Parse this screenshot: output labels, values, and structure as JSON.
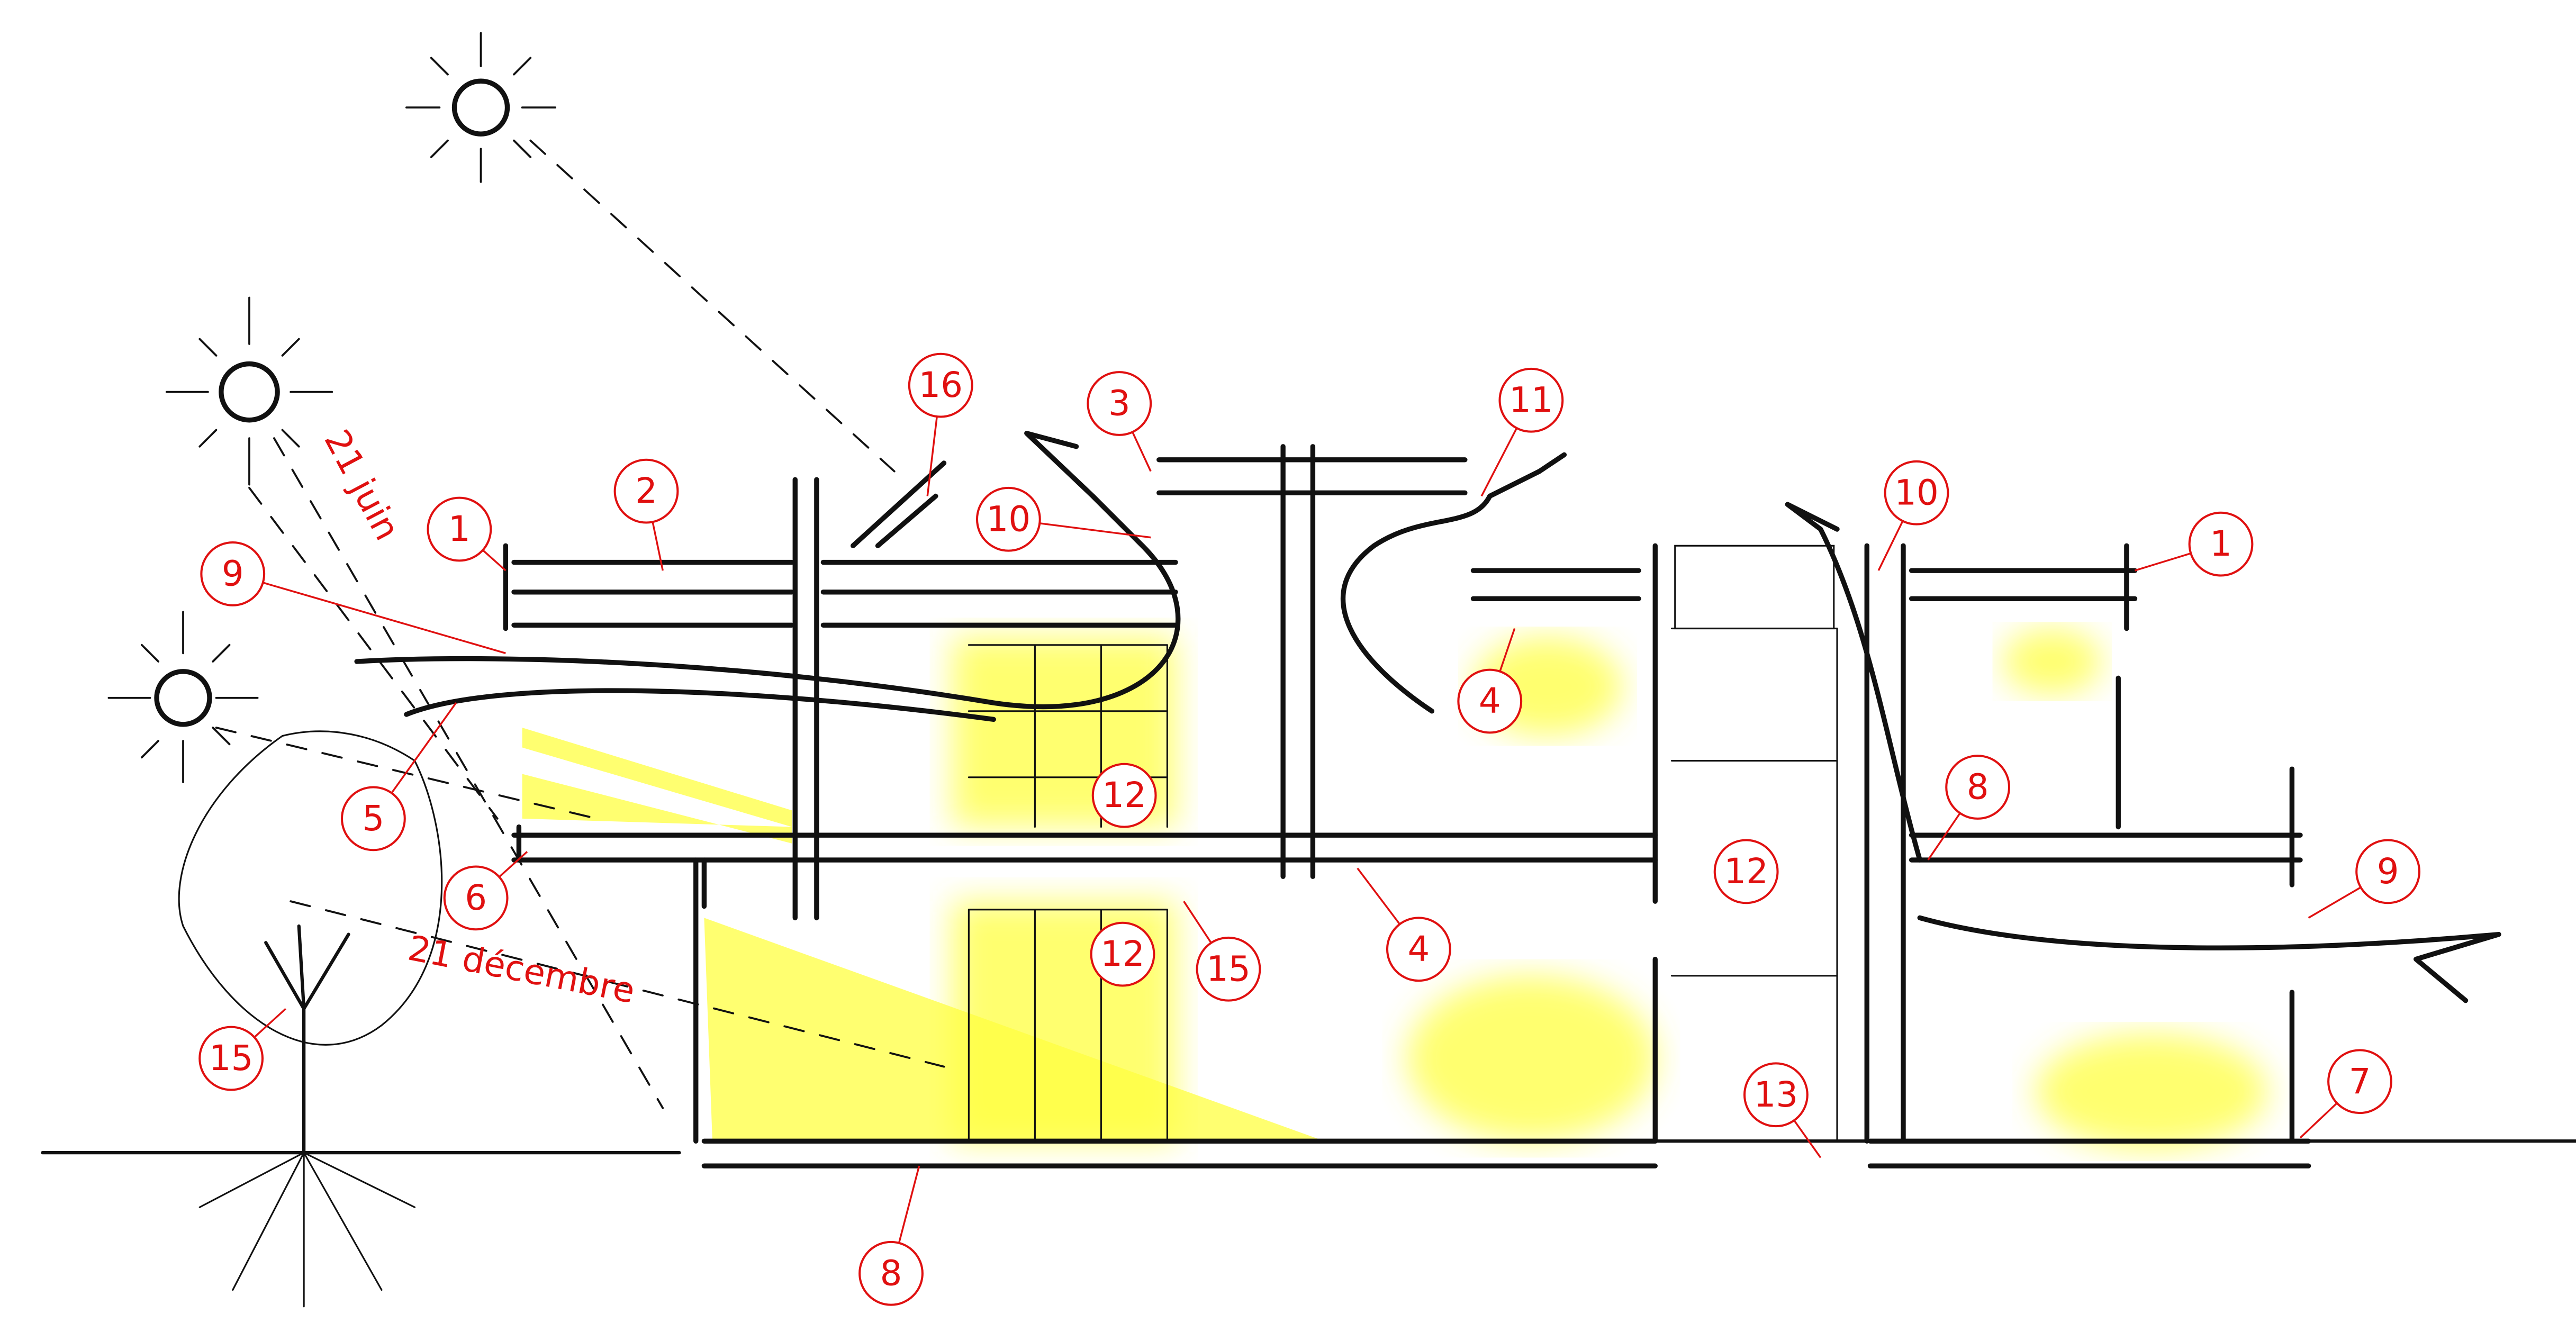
{
  "annotations": {
    "summer_sun": "21 juin",
    "winter_sun": "21 décembre"
  },
  "labels": [
    "16",
    "3",
    "11",
    "10",
    "2",
    "1",
    "1",
    "10",
    "9",
    "4",
    "12",
    "5",
    "6",
    "8",
    "12",
    "9",
    "4",
    "12",
    "15",
    "15",
    "13",
    "7",
    "8"
  ],
  "colors": {
    "annotation": "#e01010",
    "light": "#ffff40",
    "ink": "#111111"
  }
}
